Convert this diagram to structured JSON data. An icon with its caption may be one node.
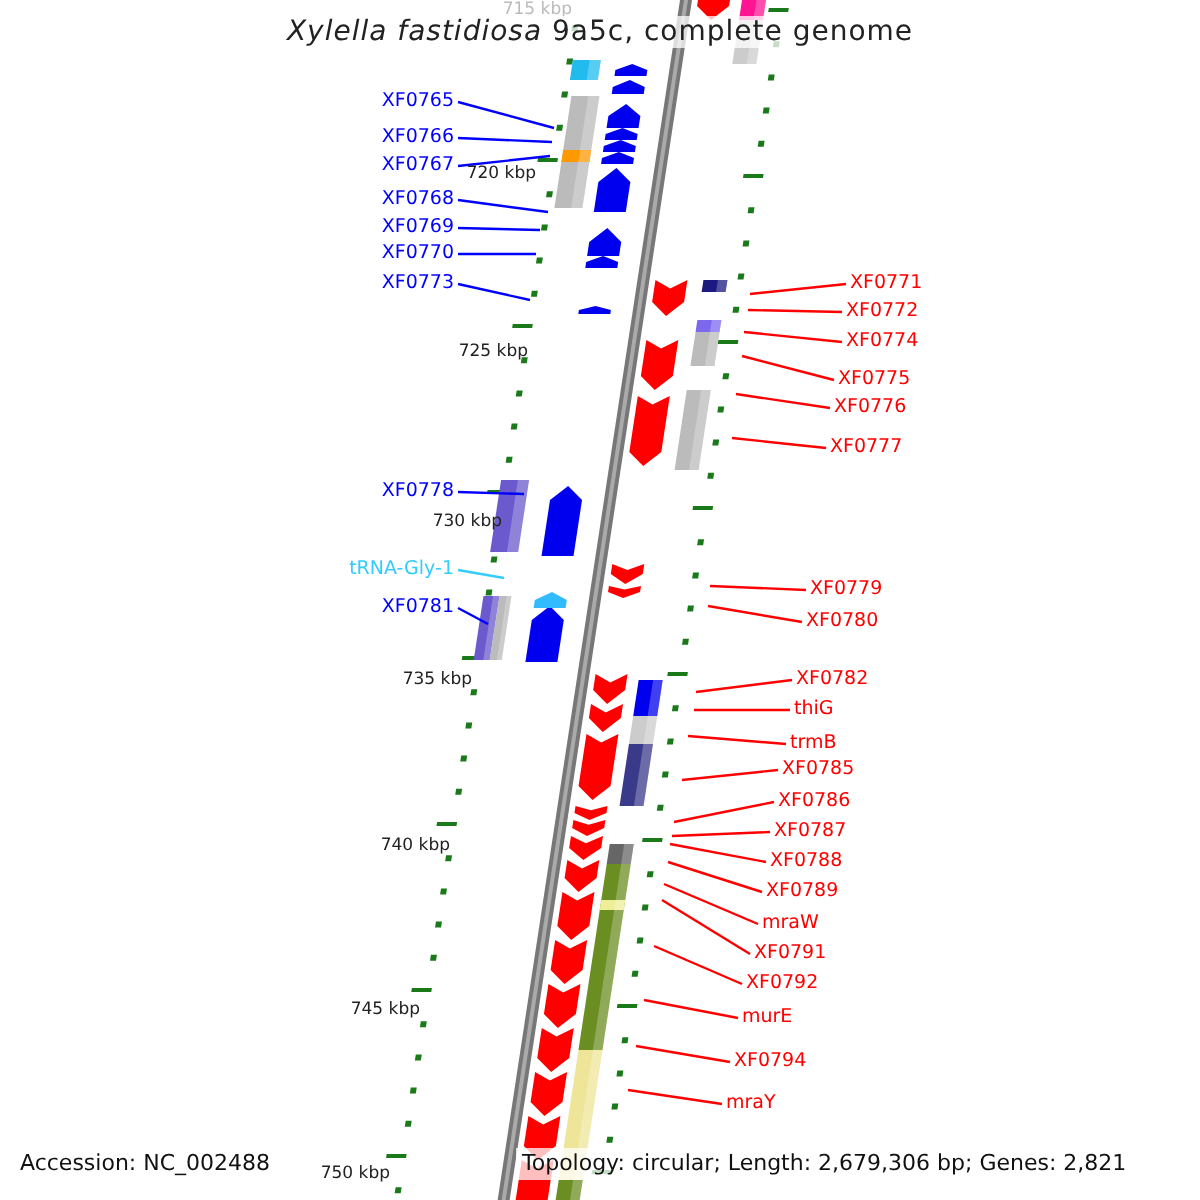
{
  "diagram": {
    "title": "*Xylella fastidiosa* 9a5c, complete genome",
    "nodes": [
      {
        "text": [
          "XF0765"
        ]
      },
      {
        "text": [
          "XF0766"
        ]
      },
      {
        "text": [
          "XF0767"
        ]
      },
      {
        "text": [
          "XF0768"
        ]
      },
      {
        "text": [
          "XF0769"
        ]
      },
      {
        "text": [
          "XF0770"
        ]
      },
      {
        "text": [
          "XF0773"
        ]
      },
      {
        "text": [
          "XF0771"
        ]
      },
      {
        "text": [
          "XF0772"
        ]
      },
      {
        "text": [
          "XF0774"
        ]
      },
      {
        "text": [
          "XF0775"
        ]
      },
      {
        "text": [
          "XF0776"
        ]
      },
      {
        "text": [
          "XF0777"
        ]
      },
      {
        "text": [
          "XF0778"
        ]
      },
      {
        "text": [
          "tRNA-Gly-1"
        ]
      },
      {
        "text": [
          "XF0781"
        ]
      },
      {
        "text": [
          "XF0779"
        ]
      },
      {
        "text": [
          "XF0780"
        ]
      },
      {
        "text": [
          "XF0782"
        ]
      },
      {
        "text": [
          "thiG"
        ]
      },
      {
        "text": [
          "trmB"
        ]
      },
      {
        "text": [
          "XF0785"
        ]
      },
      {
        "text": [
          "XF0786"
        ]
      },
      {
        "text": [
          "XF0787"
        ]
      },
      {
        "text": [
          "XF0788"
        ]
      },
      {
        "text": [
          "XF0789"
        ]
      },
      {
        "text": [
          "mraW"
        ]
      },
      {
        "text": [
          "XF0791"
        ]
      },
      {
        "text": [
          "XF0792"
        ]
      },
      {
        "text": [
          "murE"
        ]
      },
      {
        "text": [
          "XF0794"
        ]
      },
      {
        "text": [
          "mraY"
        ]
      }
    ],
    "edges": [
      {
        "from": 0,
        "to": null,
        "arrow": "none",
        "color": "#0000ff"
      },
      {
        "from": 1,
        "to": null,
        "arrow": "none",
        "color": "#0000ff"
      },
      {
        "from": 2,
        "to": null,
        "arrow": "none",
        "color": "#0000ff"
      },
      {
        "from": 3,
        "to": null,
        "arrow": "none",
        "color": "#0000ff"
      },
      {
        "from": 4,
        "to": null,
        "arrow": "none",
        "color": "#0000ff"
      },
      {
        "from": 5,
        "to": null,
        "arrow": "none",
        "color": "#0000ff"
      },
      {
        "from": 6,
        "to": null,
        "arrow": "none",
        "color": "#0000ff"
      },
      {
        "from": 7,
        "to": null,
        "arrow": "none"
      },
      {
        "from": 8,
        "to": null,
        "arrow": "none"
      },
      {
        "from": 9,
        "to": null,
        "arrow": "none"
      },
      {
        "from": 10,
        "to": null,
        "arrow": "none"
      },
      {
        "from": 11,
        "to": null,
        "arrow": "none"
      },
      {
        "from": 12,
        "to": null,
        "arrow": "none"
      },
      {
        "from": 13,
        "to": null,
        "arrow": "none",
        "color": "#0000ff"
      },
      {
        "from": 14,
        "to": null,
        "arrow": "none",
        "color": "#33ccff"
      },
      {
        "from": 15,
        "to": null,
        "arrow": "none",
        "color": "#0000ff"
      },
      {
        "from": 16,
        "to": null,
        "arrow": "none"
      },
      {
        "from": 17,
        "to": null,
        "arrow": "none"
      },
      {
        "from": 18,
        "to": null,
        "arrow": "none"
      },
      {
        "from": 19,
        "to": null,
        "arrow": "none"
      },
      {
        "from": 20,
        "to": null,
        "arrow": "none"
      },
      {
        "from": 21,
        "to": null,
        "arrow": "none"
      },
      {
        "from": 22,
        "to": null,
        "arrow": "none"
      },
      {
        "from": 23,
        "to": null,
        "arrow": "none"
      },
      {
        "from": 24,
        "to": null,
        "arrow": "none"
      },
      {
        "from": 25,
        "to": null,
        "arrow": "none"
      },
      {
        "from": 26,
        "to": null,
        "arrow": "none"
      },
      {
        "from": 27,
        "to": null,
        "arrow": "none"
      },
      {
        "from": 28,
        "to": null,
        "arrow": "none"
      },
      {
        "from": 29,
        "to": null,
        "arrow": "none"
      },
      {
        "from": 30,
        "to": null,
        "arrow": "none"
      },
      {
        "from": 31,
        "to": null,
        "arrow": "none"
      }
    ],
    "labels": [
      "715 kbp",
      "720 kbp",
      "725 kbp",
      "730 kbp",
      "735 kbp",
      "740 kbp",
      "745 kbp",
      "750 kbp",
      "Accession: NC_002488",
      "Topology: circular; Length: 2,679,306 bp; Genes: 2,821"
    ]
  }
}
